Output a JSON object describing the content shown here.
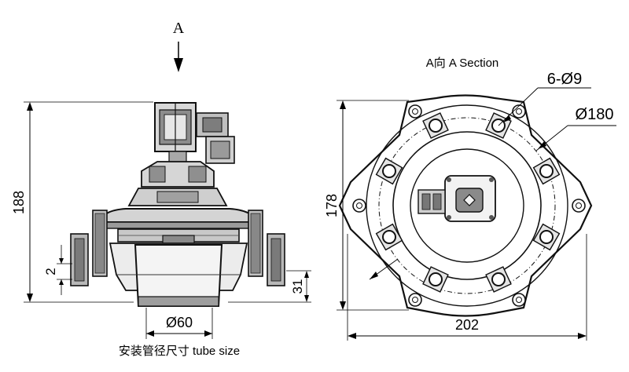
{
  "view_arrow_label": "A",
  "section_title": "A向 A Section",
  "tube_size_caption": "安装管径尺寸 tube size",
  "dimensions": {
    "height_total": "188",
    "gap": "2",
    "bottom_offset": "31",
    "tube_diameter": "Ø60",
    "flange_height": "178",
    "flange_width": "202",
    "bolt_holes": "6-Ø9",
    "bolt_circle": "Ø180"
  }
}
